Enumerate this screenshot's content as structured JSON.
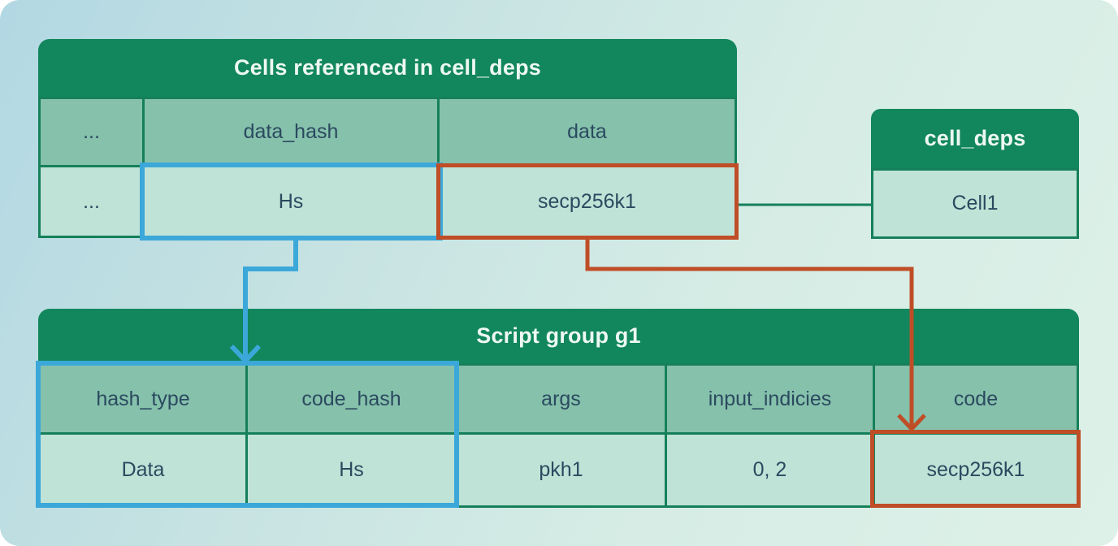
{
  "diagram": {
    "cells_table": {
      "title": "Cells referenced in cell_deps",
      "columns": [
        "...",
        "data_hash",
        "data"
      ],
      "row": [
        "...",
        "Hs",
        "secp256k1"
      ]
    },
    "cell_deps_table": {
      "title": "cell_deps",
      "row": [
        "Cell1"
      ]
    },
    "script_group_table": {
      "title": "Script group g1",
      "columns": [
        "hash_type",
        "code_hash",
        "args",
        "input_indicies",
        "code"
      ],
      "row": [
        "Data",
        "Hs",
        "pkh1",
        "0, 2",
        "secp256k1"
      ]
    },
    "connections": [
      {
        "from": "Hs (data_hash of referenced cell)",
        "to": "hash_type / code_hash columns of Script group g1",
        "style": "blue-arrow"
      },
      {
        "from": "secp256k1 (data of referenced cell)",
        "to": "code cell of Script group g1",
        "style": "red-arrow"
      },
      {
        "from": "secp256k1 (data of referenced cell)",
        "to": "Cell1 in cell_deps",
        "style": "green-line"
      }
    ],
    "colors": {
      "header_green": "#12865C",
      "border_green": "#15805A",
      "highlight_blue": "#3BA8D9",
      "highlight_red": "#BF4E27",
      "text_dark": "#2B4A5F",
      "title_text": "#EDF8F3"
    }
  }
}
